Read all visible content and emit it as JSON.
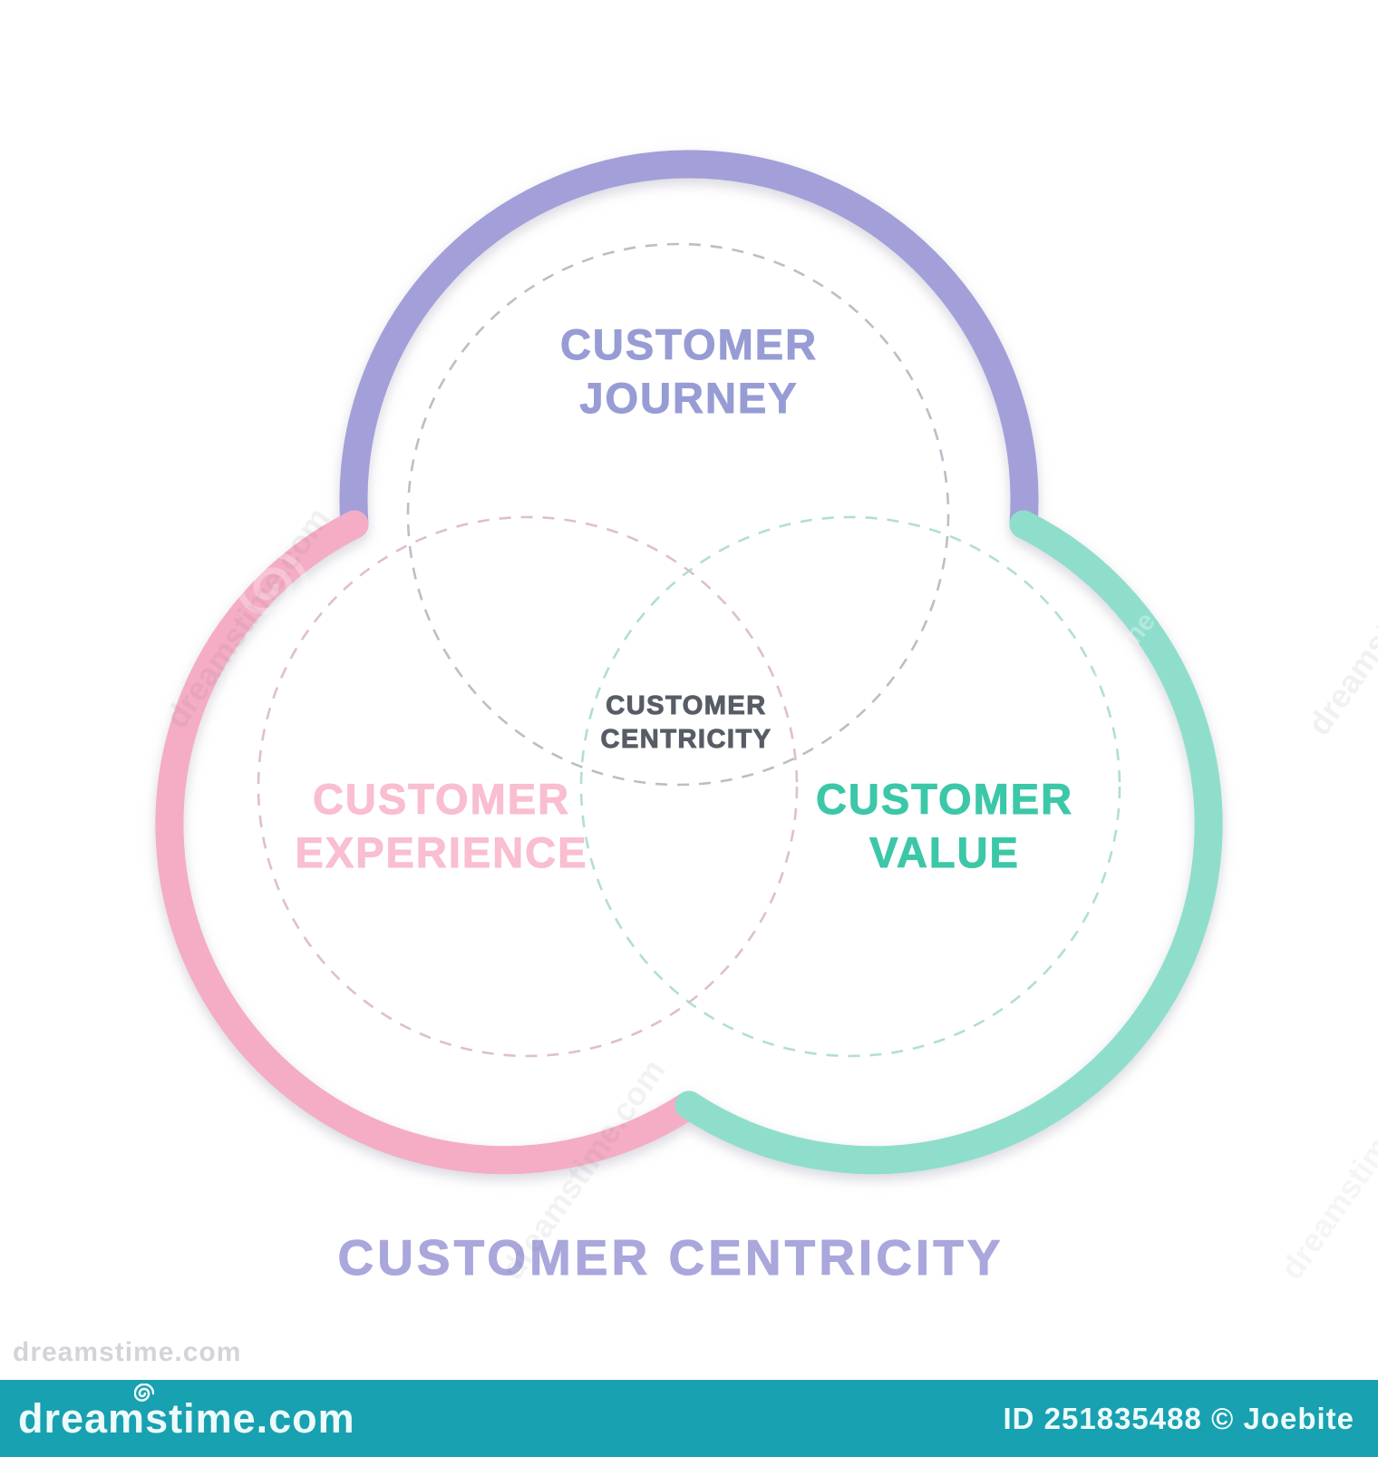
{
  "diagram": {
    "title": "CUSTOMER CENTRICITY",
    "title_color": "#a9a7dc",
    "center": {
      "line1": "CUSTOMER",
      "line2": "CENTRICITY",
      "color": "#575c66"
    },
    "journey": {
      "line1": "CUSTOMER",
      "line2": "JOURNEY",
      "label_color": "#979cd4",
      "arc_color": "#a39fd9",
      "dash_color": "#b2b2be"
    },
    "experience": {
      "line1": "CUSTOMER",
      "line2": "EXPERIENCE",
      "label_color": "#f9bed0",
      "arc_color": "#f4adc4",
      "dash_color": "#d9b4c2"
    },
    "value": {
      "line1": "CUSTOMER",
      "line2": "VALUE",
      "label_color": "#3cc7a8",
      "arc_color": "#8fdecb",
      "dash_color": "#a5d8cb"
    }
  },
  "watermark": {
    "text": "dreamstime.com",
    "corner_text": "dreamstime.com"
  },
  "footer": {
    "logo_text": "dreamstime.com",
    "credit_text": "ID 251835488 © Joebite",
    "bg_color": "#18a1b0"
  }
}
